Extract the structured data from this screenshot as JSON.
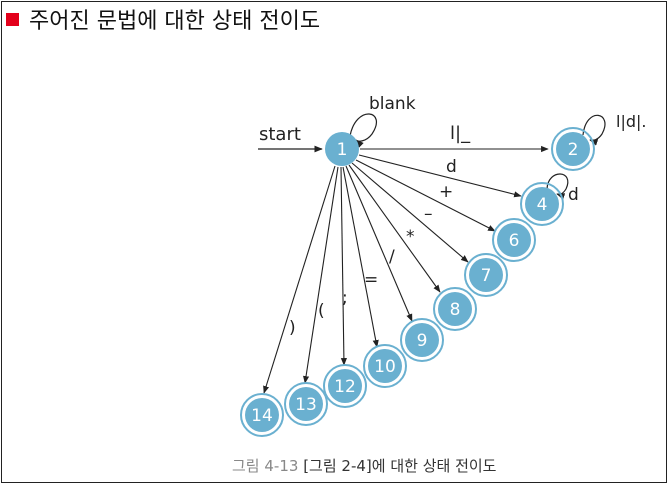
{
  "header": {
    "title": "주어진 문법에 대한 상태 전이도"
  },
  "diagram": {
    "start_label": "start",
    "states": [
      "1",
      "2",
      "4",
      "6",
      "7",
      "8",
      "9",
      "10",
      "12",
      "13",
      "14"
    ],
    "edge_labels": {
      "blank": "blank",
      "to2": "l|_",
      "self2": "l|d|.",
      "to4": "d",
      "self4": "d",
      "to6": "+",
      "to7": "–",
      "to8": "*",
      "to9": "/",
      "to10": "=",
      "to12": ";",
      "to13": "(",
      "to14": ")"
    }
  },
  "caption": {
    "figure": "그림 4-13",
    "text": "[그림 2-4]에 대한 상태 전이도"
  },
  "colors": {
    "accent": "#e3001b",
    "state_fill": "#6ab0d0",
    "state_ring": "#6ab0d0"
  }
}
